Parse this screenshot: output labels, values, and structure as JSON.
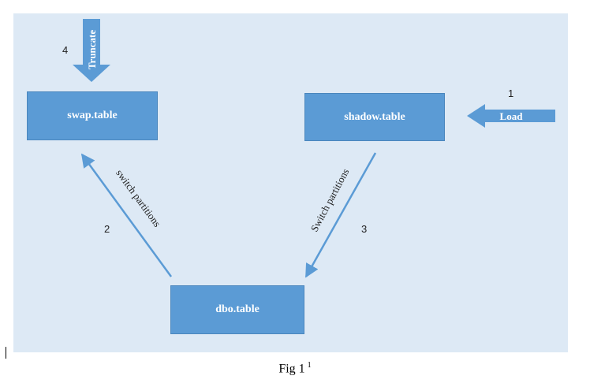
{
  "diagram": {
    "nodes": {
      "swap": "swap.table",
      "shadow": "shadow.table",
      "dbo": "dbo.table"
    },
    "steps": {
      "load": {
        "number": "1",
        "label": "Load"
      },
      "swap_switch": {
        "number": "2",
        "label": "switch partitions"
      },
      "shadow_switch": {
        "number": "3",
        "label": "Switch partitions"
      },
      "truncate": {
        "number": "4",
        "label": "Truncate"
      }
    }
  },
  "caption": {
    "text": "Fig 1",
    "footnote": "1"
  },
  "colors": {
    "panel_background": "#dde9f5",
    "box_fill": "#5b9bd5",
    "arrow": "#5b9bd5",
    "box_text": "#ffffff"
  }
}
